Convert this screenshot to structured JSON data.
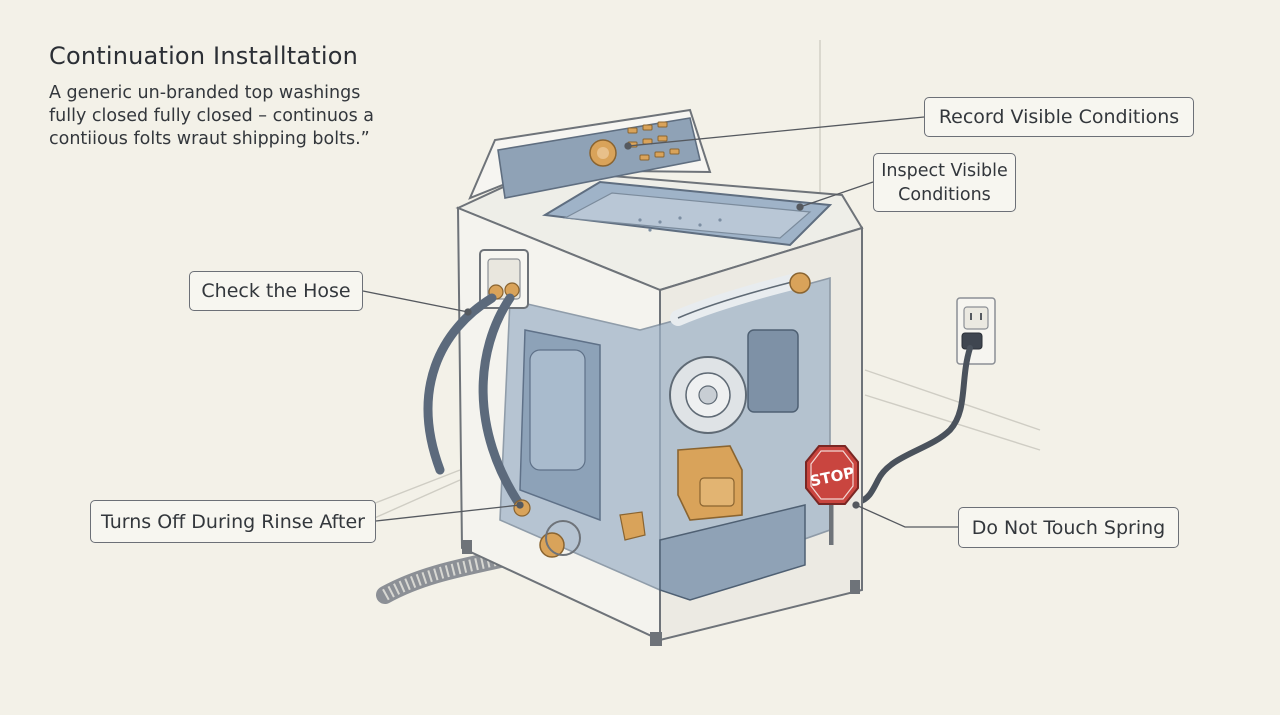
{
  "header": {
    "title": "Continuation Installtation",
    "subtitle_lines": [
      "A generic un-branded top washings",
      "fully closed fully closed – continuos a",
      "contiious folts wraut shipping bolts.”"
    ]
  },
  "callouts": {
    "record": "Record Visible Conditions",
    "inspect_line1": "Inspect Visible",
    "inspect_line2": "Conditions",
    "hose": "Check the Hose",
    "rinse": "Turns Off During Rinse After",
    "spring": "Do Not Touch Spring"
  },
  "sign": {
    "stop": "STOP"
  },
  "colors": {
    "background": "#f3f1e8",
    "washer_body": "#f4f3ee",
    "panel_blue": "#8fa2b6",
    "interior_blue": "#9fb3c8",
    "brass": "#d9a35a",
    "stop_red": "#c9453f",
    "hose": "#5c6a7c"
  }
}
